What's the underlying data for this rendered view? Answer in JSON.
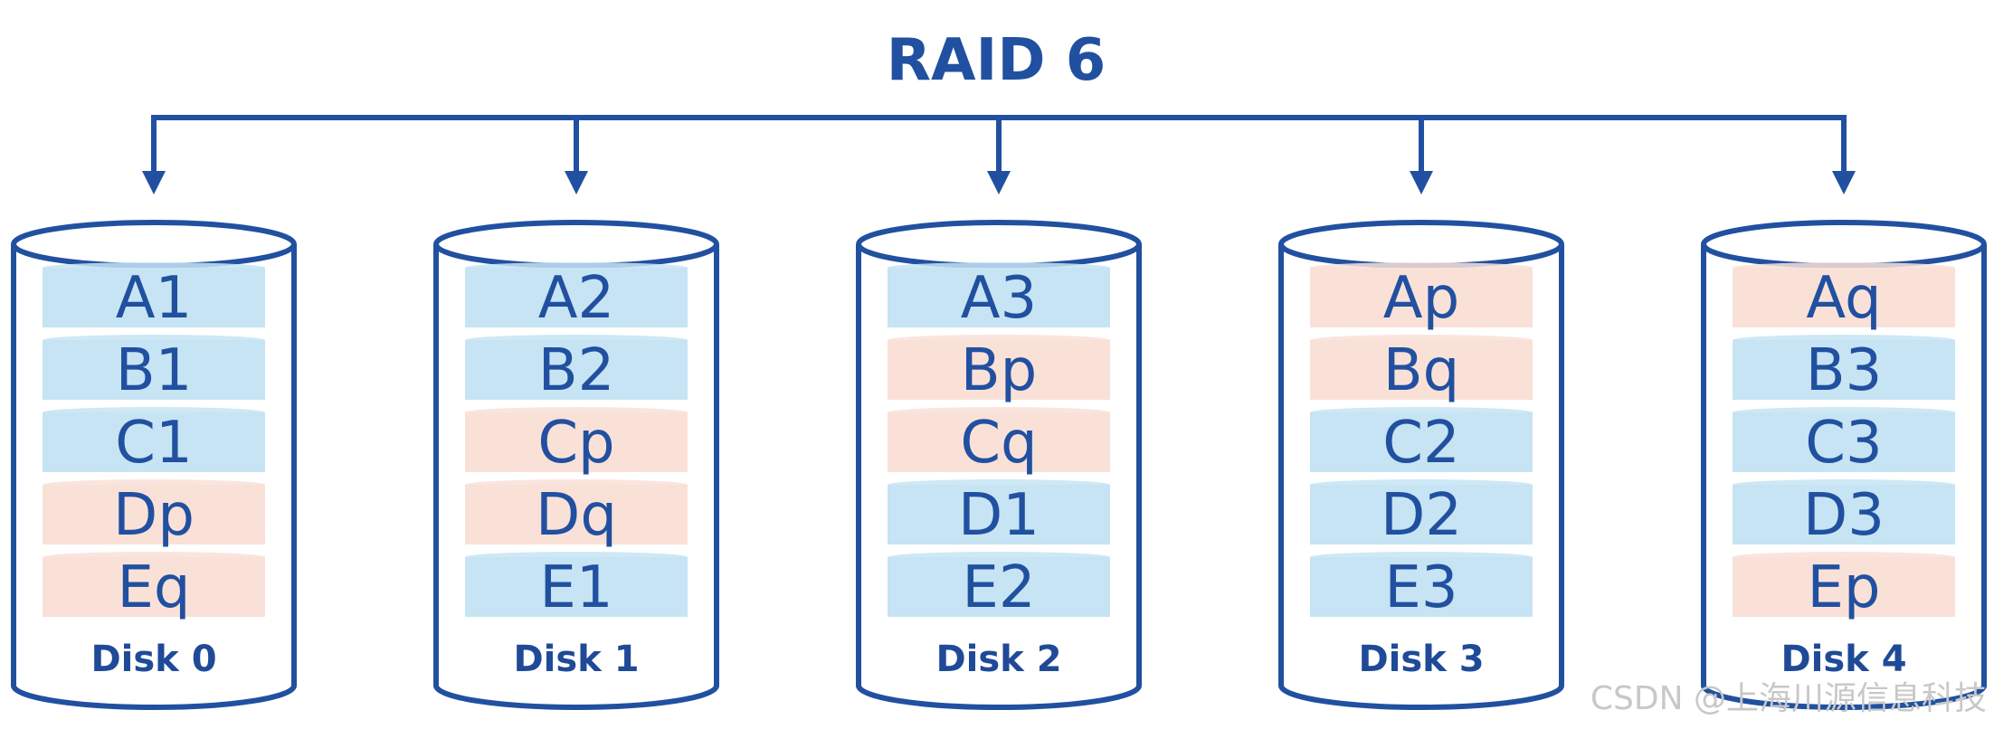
{
  "title": "RAID 6",
  "colors": {
    "primary": "#2150a0",
    "data_block": "#c6e4f3",
    "parity_block": "#f9e1d8",
    "disk_fill": "#ffffff"
  },
  "disks": [
    {
      "label": "Disk 0",
      "blocks": [
        {
          "text": "A1",
          "kind": "data"
        },
        {
          "text": "B1",
          "kind": "data"
        },
        {
          "text": "C1",
          "kind": "data"
        },
        {
          "text": "Dp",
          "kind": "parity"
        },
        {
          "text": "Eq",
          "kind": "parity"
        }
      ]
    },
    {
      "label": "Disk 1",
      "blocks": [
        {
          "text": "A2",
          "kind": "data"
        },
        {
          "text": "B2",
          "kind": "data"
        },
        {
          "text": "Cp",
          "kind": "parity"
        },
        {
          "text": "Dq",
          "kind": "parity"
        },
        {
          "text": "E1",
          "kind": "data"
        }
      ]
    },
    {
      "label": "Disk 2",
      "blocks": [
        {
          "text": "A3",
          "kind": "data"
        },
        {
          "text": "Bp",
          "kind": "parity"
        },
        {
          "text": "Cq",
          "kind": "parity"
        },
        {
          "text": "D1",
          "kind": "data"
        },
        {
          "text": "E2",
          "kind": "data"
        }
      ]
    },
    {
      "label": "Disk 3",
      "blocks": [
        {
          "text": "Ap",
          "kind": "parity"
        },
        {
          "text": "Bq",
          "kind": "parity"
        },
        {
          "text": "C2",
          "kind": "data"
        },
        {
          "text": "D2",
          "kind": "data"
        },
        {
          "text": "E3",
          "kind": "data"
        }
      ]
    },
    {
      "label": "Disk 4",
      "blocks": [
        {
          "text": "Aq",
          "kind": "parity"
        },
        {
          "text": "B3",
          "kind": "data"
        },
        {
          "text": "C3",
          "kind": "data"
        },
        {
          "text": "D3",
          "kind": "data"
        },
        {
          "text": "Ep",
          "kind": "parity"
        }
      ]
    }
  ],
  "watermark": "CSDN @上海川源信息科技"
}
